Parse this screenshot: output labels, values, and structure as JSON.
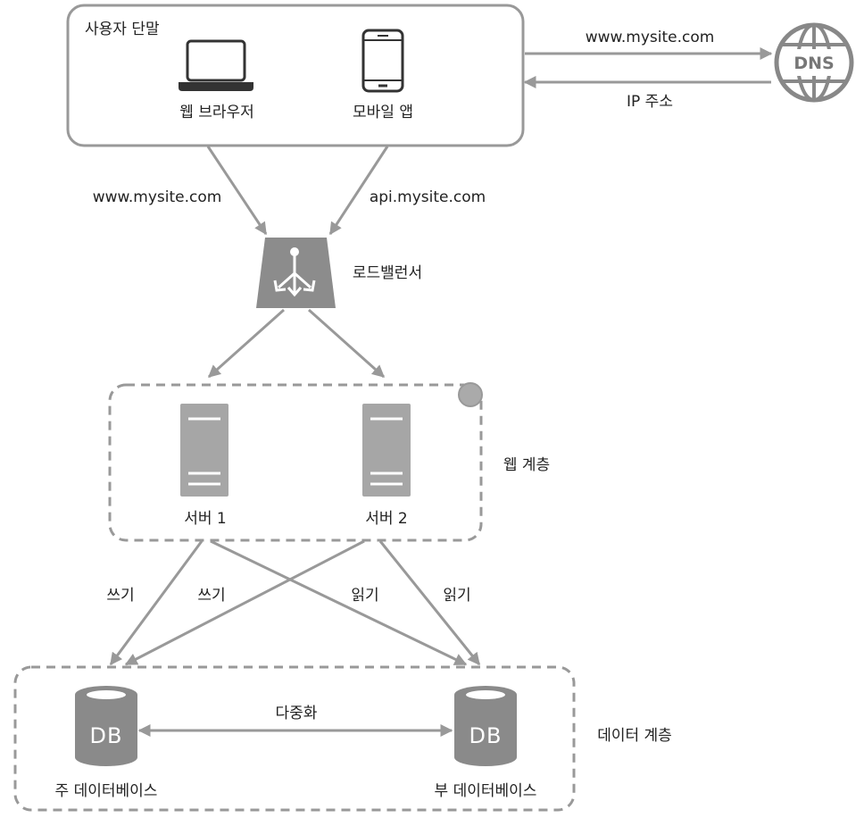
{
  "user_device": {
    "group_label": "사용자 단말",
    "browser_label": "웹 브라우저",
    "mobile_label": "모바일 앱"
  },
  "dns": {
    "label": "DNS",
    "request_label": "www.mysite.com",
    "response_label": "IP 주소"
  },
  "edges": {
    "browser_to_lb": "www.mysite.com",
    "mobile_to_lb": "api.mysite.com",
    "write_1": "쓰기",
    "write_2": "쓰기",
    "read_1": "읽기",
    "read_2": "읽기",
    "replication": "다중화"
  },
  "load_balancer": {
    "label": "로드밸런서"
  },
  "web_tier": {
    "label": "웹 계층",
    "servers": [
      "서버 1",
      "서버 2"
    ]
  },
  "data_tier": {
    "label": "데이터 계층",
    "db_icon_text": "DB",
    "primary_label": "주 데이터베이스",
    "secondary_label": "부 데이터베이스"
  },
  "colors": {
    "stroke": "#999999",
    "icon_fill": "#a6a6a6",
    "dark_icon": "#333333",
    "db_fill": "#8a8a8a",
    "lb_fill": "#8c8c8c"
  }
}
